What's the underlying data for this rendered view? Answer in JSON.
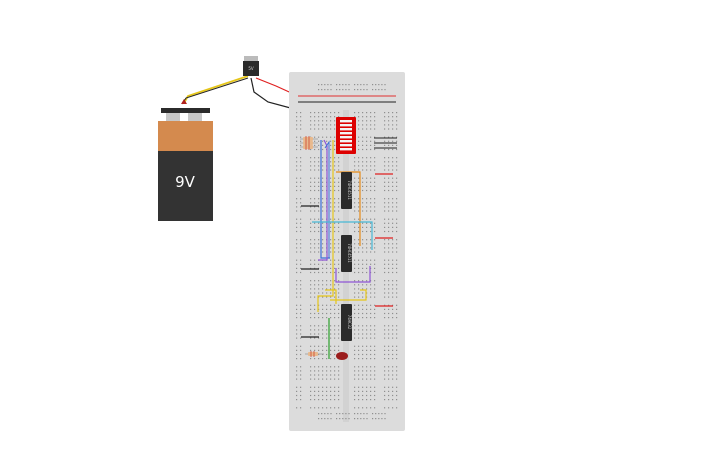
{
  "battery": {
    "label": "9V",
    "body_color": "#333333",
    "cap_color": "#d48a4e"
  },
  "regulator": {
    "label": "5V"
  },
  "chips": [
    {
      "label": "74HC4511",
      "name": "chip-1"
    },
    {
      "label": "74HC4511",
      "name": "chip-2"
    },
    {
      "label": "74HC32",
      "name": "chip-3"
    }
  ],
  "dip_switch": {
    "color": "#dd0000",
    "positions": 8
  },
  "led": {
    "color": "#9b1d1d"
  },
  "colors": {
    "breadboard": "#dcdcdc",
    "hole": "#8f8f8f",
    "power_rail_red": "#e03030",
    "ground_rail_black": "#222222",
    "wire_red": "#e02020",
    "wire_black": "#222222",
    "wire_yellow": "#e6c619",
    "wire_blue": "#3b6fd8",
    "wire_purple": "#8e55d6",
    "wire_orange": "#e58a17",
    "wire_cyan": "#47b8d6",
    "wire_green": "#2ca02c"
  }
}
